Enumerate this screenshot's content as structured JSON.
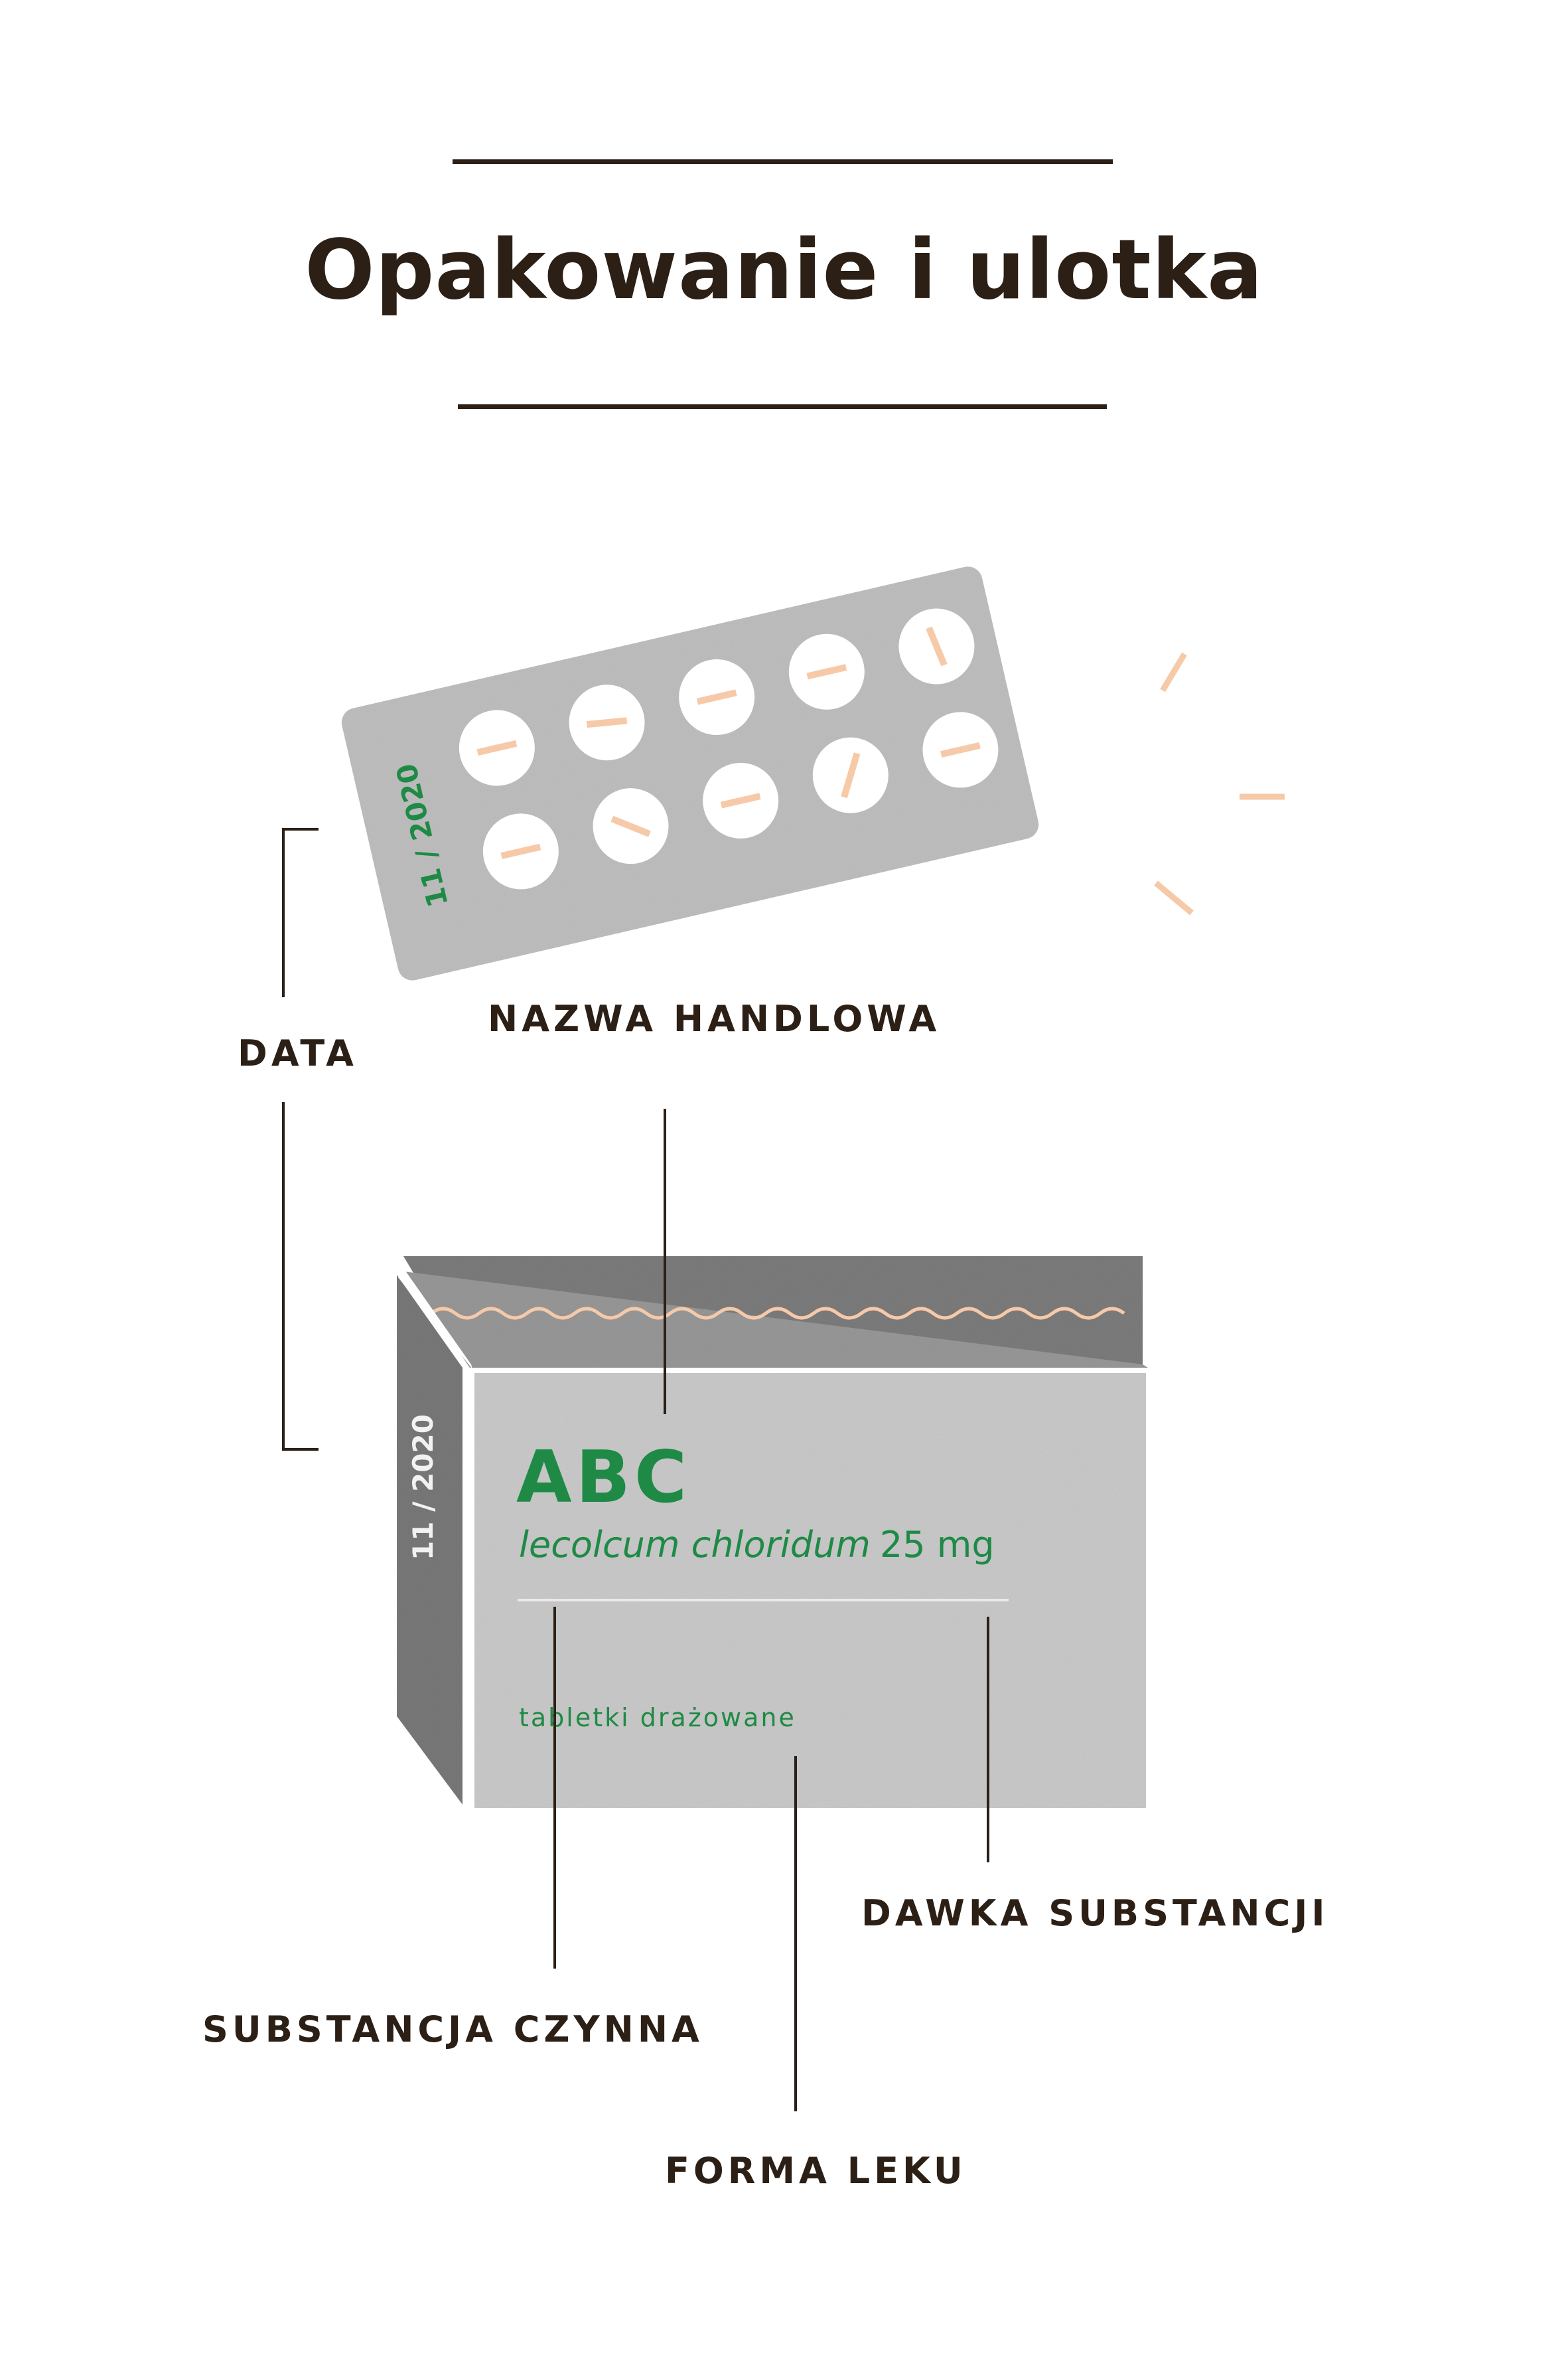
{
  "title": "Opakowanie i ulotka",
  "blister": {
    "date": "11 / 2020"
  },
  "box": {
    "side_date": "11 / 2020",
    "brand": "ABC",
    "substance": "lecolcum chloridum",
    "dose": "25 mg",
    "form": "tabletki drażowane"
  },
  "labels": {
    "trade_name": "NAZWA HANDLOWA",
    "date": "DATA",
    "dose": "DAWKA SUBSTANCJI",
    "active_substance": "SUBSTANCJA CZYNNA",
    "form": "FORMA LEKU"
  },
  "colors": {
    "ink": "#2c2016",
    "green": "#1e8a45",
    "peach": "#f6c9a8",
    "foil": "#c2c2c2"
  }
}
